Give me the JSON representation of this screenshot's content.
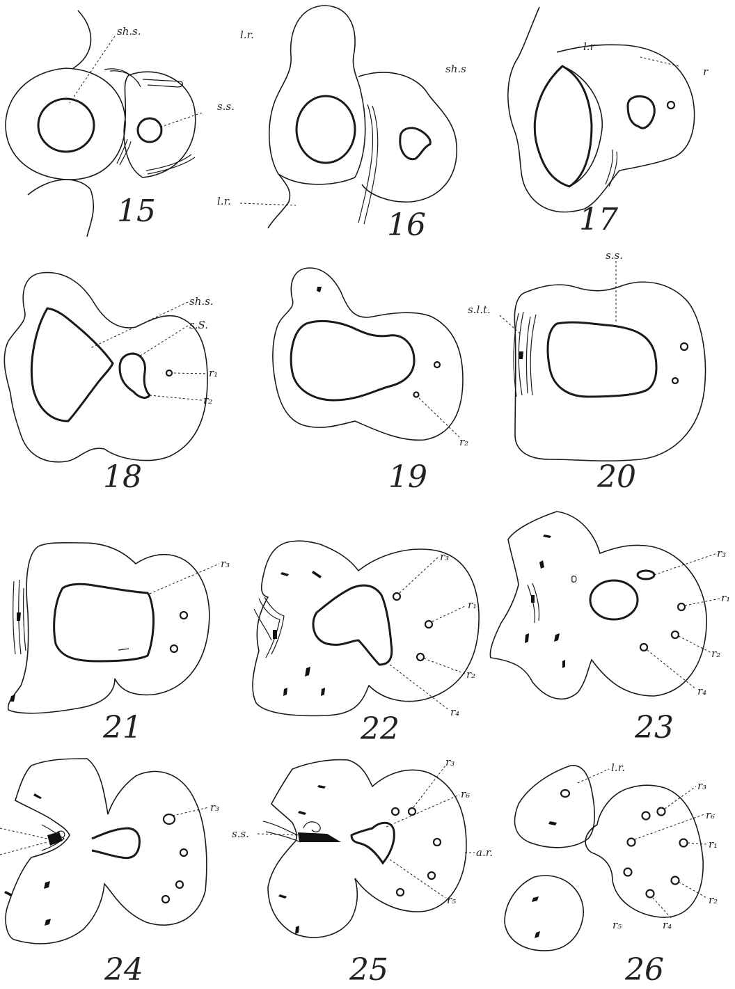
{
  "figures": {
    "f15": {
      "number": "15",
      "labels": {
        "shs": "sh.s.",
        "ss": "s.s."
      }
    },
    "f16": {
      "number": "16",
      "labels": {
        "lr_top": "l.r.",
        "shs": "sh.s",
        "lr_bottom": "l.r."
      }
    },
    "f17": {
      "number": "17",
      "labels": {
        "lr": "l.r",
        "r": "r"
      }
    },
    "f18": {
      "number": "18",
      "labels": {
        "shs": "sh.s.",
        "ss": "s.S.",
        "r1": "r₁",
        "r2": "r₂"
      }
    },
    "f19": {
      "number": "19",
      "labels": {
        "r2": "r₂"
      }
    },
    "f20": {
      "number": "20",
      "labels": {
        "ss": "s.s.",
        "slt": "s.l.t."
      }
    },
    "f21": {
      "number": "21",
      "labels": {
        "r3": "r₃"
      }
    },
    "f22": {
      "number": "22",
      "labels": {
        "r3": "r₃",
        "r1": "r₁",
        "r2": "r₂",
        "r4": "r₄"
      }
    },
    "f23": {
      "number": "23",
      "labels": {
        "r3": "r₃",
        "r1": "r₁",
        "r2": "r₂",
        "r4": "r₄"
      }
    },
    "f24": {
      "number": "24",
      "labels": {
        "r3": "r₃"
      }
    },
    "f25": {
      "number": "25",
      "labels": {
        "r3": "r₃",
        "r6": "r₆",
        "ar": "a.r.",
        "r5": "r₅",
        "ss": "s.s."
      }
    },
    "f26": {
      "number": "26",
      "labels": {
        "lr": "l.r.",
        "r3": "r₃",
        "r6": "r₆",
        "r1": "r₁",
        "r2": "r₂",
        "r4": "r₄",
        "r5": "r₅"
      }
    }
  }
}
